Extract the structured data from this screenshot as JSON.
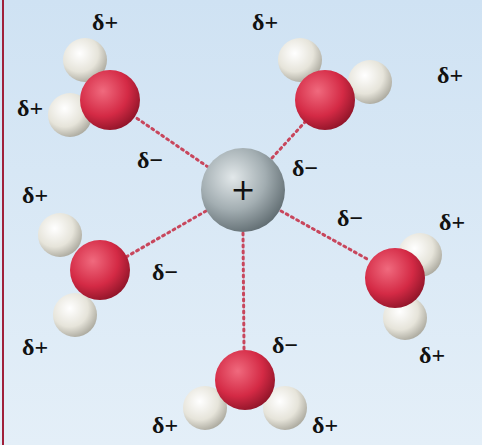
{
  "diagram": {
    "nodes": [
      {
        "text": [
          "+"
        ]
      }
    ],
    "labels": [
      "δ+",
      "δ+",
      "δ+",
      "δ+",
      "δ−",
      "δ−",
      "δ+",
      "δ+",
      "δ−",
      "δ−",
      "δ−",
      "δ+",
      "δ+",
      "δ+",
      "δ+"
    ]
  }
}
